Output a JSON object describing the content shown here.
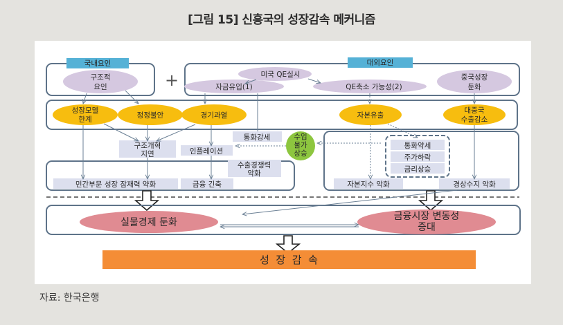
{
  "figure": {
    "title": "[그림 15] 신흥국의 성장감속 메커니즘",
    "source": "자료: 한국은행"
  },
  "colors": {
    "header_blue": "#55b1d6",
    "lilac": "#d5c8e0",
    "yellow": "#f7bd0f",
    "green": "#8dc63f",
    "box_lavender": "#dcdfee",
    "pink": "#e08b92",
    "orange": "#f48d36",
    "frame": "#5e7389"
  },
  "domestic": {
    "header": "국내요인",
    "structural_line1": "구조적",
    "structural_line2": "요인"
  },
  "plus_sign": "+",
  "external": {
    "header": "대외요인",
    "us_qe": "미국 QE실시",
    "capital_inflow": "자금유입(1)",
    "qe_taper": "QE축소 가능성(2)",
    "china_line1": "중국성장",
    "china_line2": "둔화"
  },
  "row2": {
    "growth_model_line1": "성장모델",
    "growth_model_line2": "한계",
    "political": "정정불안",
    "overheating": "경기과열",
    "capital_outflow": "자본유출",
    "china_export_line1": "대중국",
    "china_export_line2": "수출감소"
  },
  "row3": {
    "reform_line1": "구조개혁",
    "reform_line2": "지연",
    "currency_strong": "통화강세",
    "inflation": "인플레이션",
    "import_price_line1": "수입",
    "import_price_line2": "물가",
    "import_price_line3": "상승",
    "export_comp_line1": "수출경쟁력",
    "export_comp_line2": "악화",
    "currency_weak": "통화약세",
    "stock_fall": "주가하락",
    "rate_rise": "금리상승"
  },
  "row4": {
    "private_growth": "민간부문 성장 잠재력 약화",
    "credit_tight": "금융 긴축",
    "capital_account": "자본지수 악화",
    "current_account": "경상수지 악화"
  },
  "outcomes": {
    "real_economy": "실물경제 둔화",
    "fin_vol_line1": "금융시장 변동성",
    "fin_vol_line2": "증대",
    "final": "성  장  감  속"
  }
}
